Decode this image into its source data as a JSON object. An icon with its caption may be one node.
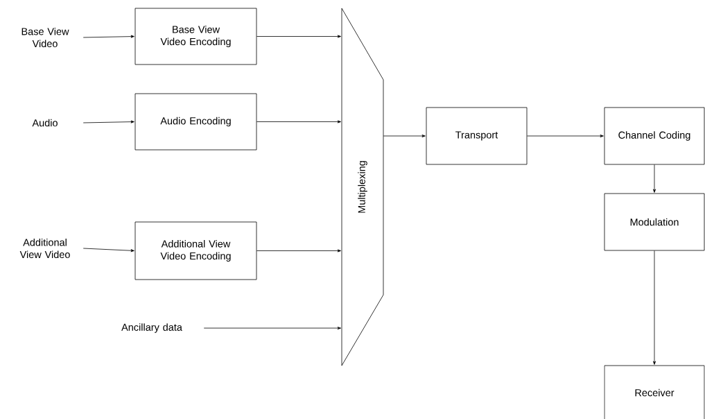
{
  "diagram": {
    "nodes": [
      {
        "text": [
          "Base View Video"
        ]
      },
      {
        "text": [
          "Base View Video Encoding"
        ]
      },
      {
        "text": [
          "Audio"
        ]
      },
      {
        "text": [
          "Audio Encoding"
        ]
      },
      {
        "text": [
          "Additional View Video"
        ]
      },
      {
        "text": [
          "Additional View Video Encoding"
        ]
      },
      {
        "text": [
          "Ancillary data"
        ]
      },
      {
        "text": [
          "Multiplexing"
        ]
      },
      {
        "text": [
          "Transport"
        ]
      },
      {
        "text": [
          "Channel Coding"
        ]
      },
      {
        "text": [
          "Modulation"
        ]
      },
      {
        "text": [
          "Receiver"
        ]
      }
    ],
    "edges": [
      {
        "from": 0,
        "to": 1,
        "arrow": "to"
      },
      {
        "from": 2,
        "to": 3,
        "arrow": "to"
      },
      {
        "from": 4,
        "to": 5,
        "arrow": "to"
      },
      {
        "from": 1,
        "to": 7,
        "arrow": "to"
      },
      {
        "from": 3,
        "to": 7,
        "arrow": "to"
      },
      {
        "from": 5,
        "to": 7,
        "arrow": "to"
      },
      {
        "from": 6,
        "to": 7,
        "arrow": "to"
      },
      {
        "from": 7,
        "to": 8,
        "arrow": "to"
      },
      {
        "from": 8,
        "to": 9,
        "arrow": "to"
      },
      {
        "from": 9,
        "to": 10,
        "arrow": "to"
      },
      {
        "from": 10,
        "to": 11,
        "arrow": "to"
      }
    ]
  }
}
